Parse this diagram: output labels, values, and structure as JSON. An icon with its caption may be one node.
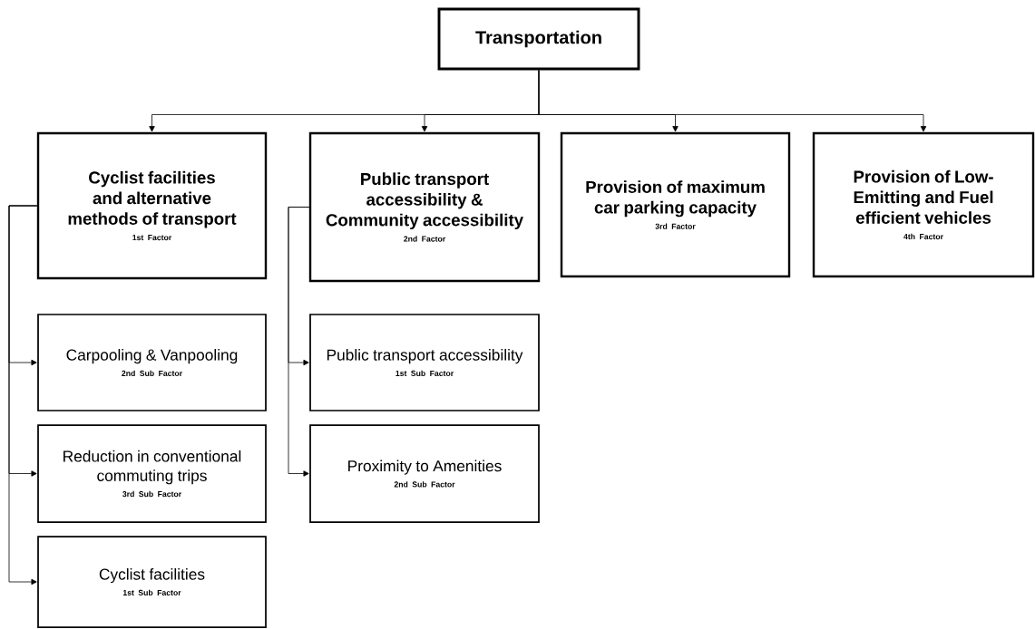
{
  "diagram": {
    "nodes": [
      {
        "text": [
          "Transportation"
        ]
      },
      {
        "text": [
          "Cyclist facilities and alternative methods of transport",
          "1st Factor"
        ]
      },
      {
        "text": [
          "Public transport accessibility & Community accessibility",
          "2nd Factor"
        ]
      },
      {
        "text": [
          "Provision of maximum car parking capacity",
          "3rd Factor"
        ]
      },
      {
        "text": [
          "Provision of Low-Emitting and Fuel efficient vehicles",
          "4th Factor"
        ]
      },
      {
        "text": [
          "Carpooling & Vanpooling",
          "2nd Sub Factor"
        ]
      },
      {
        "text": [
          "Reduction in conventional commuting trips",
          "3rd Sub Factor"
        ]
      },
      {
        "text": [
          "Cyclist facilities",
          "1st Sub Factor"
        ]
      },
      {
        "text": [
          "Public transport accessibility",
          "1st Sub Factor"
        ]
      },
      {
        "text": [
          "Proximity to Amenities",
          "2nd Sub Factor"
        ]
      }
    ],
    "edges": [
      {
        "from": 0,
        "to": 1,
        "arrow": "to"
      },
      {
        "from": 0,
        "to": 2,
        "arrow": "to"
      },
      {
        "from": 0,
        "to": 3,
        "arrow": "to"
      },
      {
        "from": 0,
        "to": 4,
        "arrow": "to"
      },
      {
        "from": 1,
        "to": 5,
        "arrow": "to"
      },
      {
        "from": 1,
        "to": 6,
        "arrow": "to"
      },
      {
        "from": 1,
        "to": 7,
        "arrow": "to"
      },
      {
        "from": 2,
        "to": 8,
        "arrow": "to"
      },
      {
        "from": 2,
        "to": 9,
        "arrow": "to"
      }
    ]
  }
}
